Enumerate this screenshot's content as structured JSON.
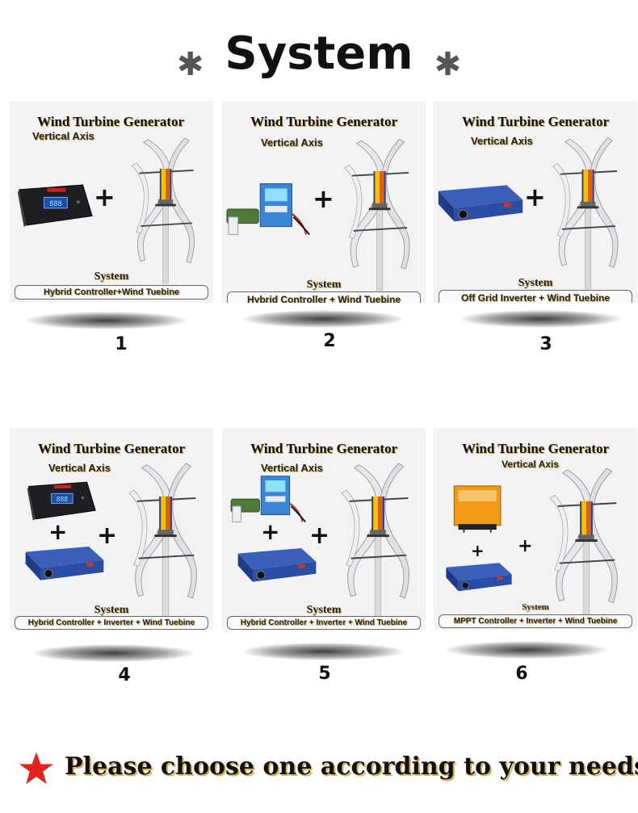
{
  "page": {
    "title": "System",
    "footer": "Please choose one according to your needs",
    "accent_star_color": "#e3221b",
    "icons": [
      "asterisk-icon",
      "red-star-icon",
      "plus-icon"
    ]
  },
  "cards": [
    {
      "heading": "Wind Turbine Generator",
      "subheading": "Vertical Axis",
      "system_label": "System",
      "description": "Hybrid Controller+Wind Tuebine",
      "number": "1"
    },
    {
      "heading": "Wind Turbine Generator",
      "subheading": "Vertical Axis",
      "system_label": "System",
      "description": "Hybrid Controller + Wind Tuebine",
      "number": "2"
    },
    {
      "heading": "Wind Turbine Generator",
      "subheading": "Vertical Axis",
      "system_label": "System",
      "description": "Off Grid Inverter + Wind Tuebine",
      "number": "3"
    },
    {
      "heading": "Wind Turbine Generator",
      "subheading": "Vertical Axis",
      "system_label": "System",
      "description": "Hybrid Controller + Inverter + Wind Tuebine",
      "number": "4"
    },
    {
      "heading": "Wind Turbine Generator",
      "subheading": "Vertical Axis",
      "system_label": "System",
      "description": "Hybrid Controller + Inverter + Wind Tuebine",
      "number": "5"
    },
    {
      "heading": "Wind Turbine Generator",
      "subheading": "Vertical Axis",
      "system_label": "System",
      "description": "MPPT Controller + Inverter + Wind Tuebine",
      "number": "6"
    }
  ],
  "plus_sign": "+"
}
